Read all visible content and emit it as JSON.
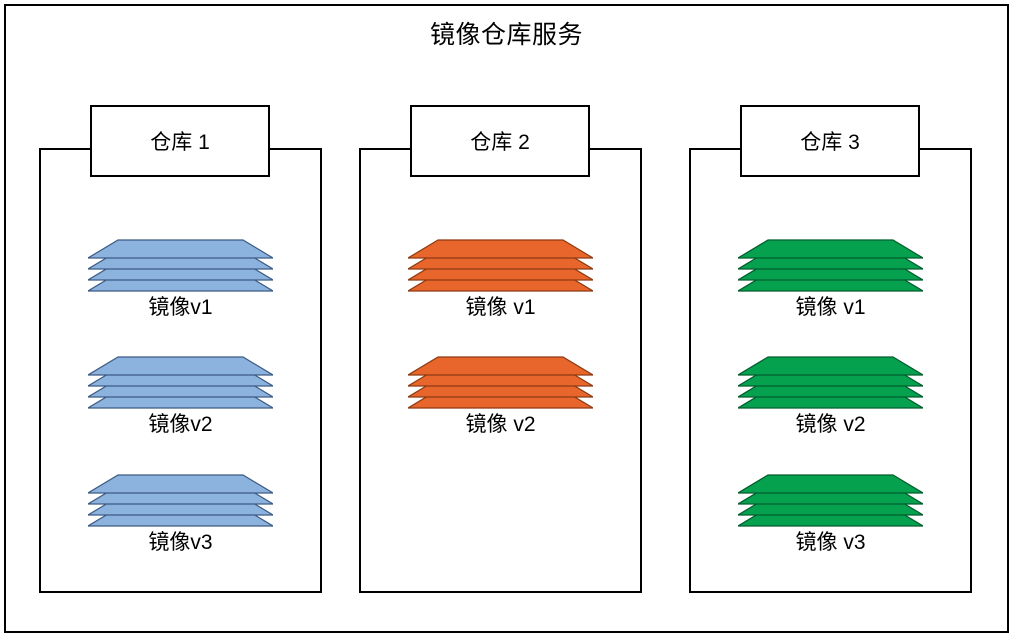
{
  "diagram": {
    "title": "镜像仓库服务",
    "type": "container-registry-architecture",
    "background": "#ffffff",
    "border_color": "#000000"
  },
  "palette": {
    "blue_fill": "#8CB3DE",
    "blue_stroke": "#3B5A84",
    "orange_fill": "#E8662B",
    "orange_stroke": "#8C3A13",
    "green_fill": "#06A14F",
    "green_stroke": "#025C2D",
    "line": "#000000",
    "text": "#000000"
  },
  "repositories": [
    {
      "id": "repo-1",
      "header": "仓库 1",
      "color_key": "blue",
      "images": [
        {
          "label": "镜像v1",
          "layers": 4
        },
        {
          "label": "镜像v2",
          "layers": 4
        },
        {
          "label": "镜像v3",
          "layers": 4
        }
      ]
    },
    {
      "id": "repo-2",
      "header": "仓库 2",
      "color_key": "orange",
      "images": [
        {
          "label": "镜像 v1",
          "layers": 4
        },
        {
          "label": "镜像 v2",
          "layers": 4
        }
      ]
    },
    {
      "id": "repo-3",
      "header": "仓库 3",
      "color_key": "green",
      "images": [
        {
          "label": "镜像 v1",
          "layers": 4
        },
        {
          "label": "镜像 v2",
          "layers": 4
        },
        {
          "label": "镜像 v3",
          "layers": 4
        }
      ]
    }
  ]
}
